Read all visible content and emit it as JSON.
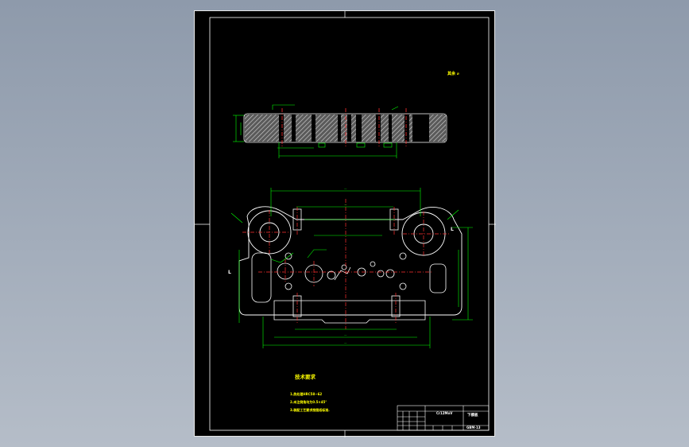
{
  "drawing": {
    "roughness_note": "其余 ⌀",
    "tech_title": "技术要求",
    "tech_notes": [
      "1.热处理HRC58~62",
      "2.未注倒角均为0.5×45°",
      "3.装配工艺要求按图纸标准."
    ],
    "title_block": {
      "material": "Cr12MoV",
      "part_name": "下模板",
      "drawing_no": "GBM-13"
    },
    "side_marks": {
      "left": "L",
      "right": "L"
    },
    "colors": {
      "sheet": "#000000",
      "outline": "#ffffff",
      "dimension": "#00ff00",
      "centerline": "#ff0000",
      "text": "#ffff00",
      "hatch": "#a0a0a0"
    }
  }
}
